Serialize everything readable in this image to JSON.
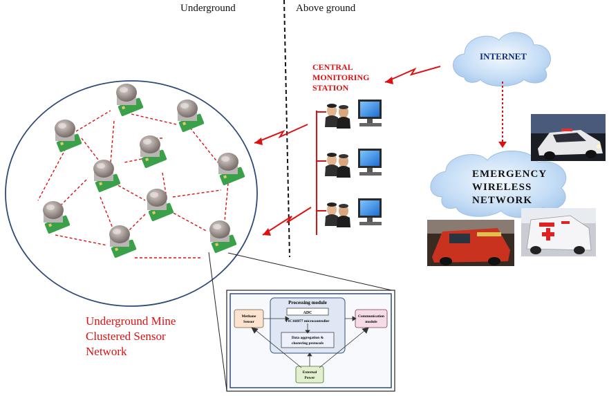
{
  "labels": {
    "underground": "Underground",
    "above_ground": "Above ground",
    "central_station": [
      "CENTRAL",
      "MONITORING",
      "STATION"
    ],
    "internet": "INTERNET",
    "emergency": [
      "EMERGENCY",
      "WIRELESS",
      "NETWORK"
    ],
    "cluster_label": [
      "Underground Mine",
      "Clustered Sensor",
      "Network"
    ]
  },
  "module_diagram": {
    "processing_title": "Processing module",
    "adc": "ADC",
    "mcu": "PIC16f877 microcontroller",
    "data_agg": [
      "Data aggregation &",
      "clustering protocols"
    ],
    "sensor": [
      "Methane",
      "Sensor"
    ],
    "comm": [
      "Communication",
      "module"
    ],
    "power": [
      "External",
      "Power"
    ]
  },
  "colors": {
    "accent_red": "#dd1111",
    "cloud_blue": "#bcd9f6",
    "ellipse_stroke": "#2d4a78",
    "sensor_board": "#3aa14a"
  }
}
